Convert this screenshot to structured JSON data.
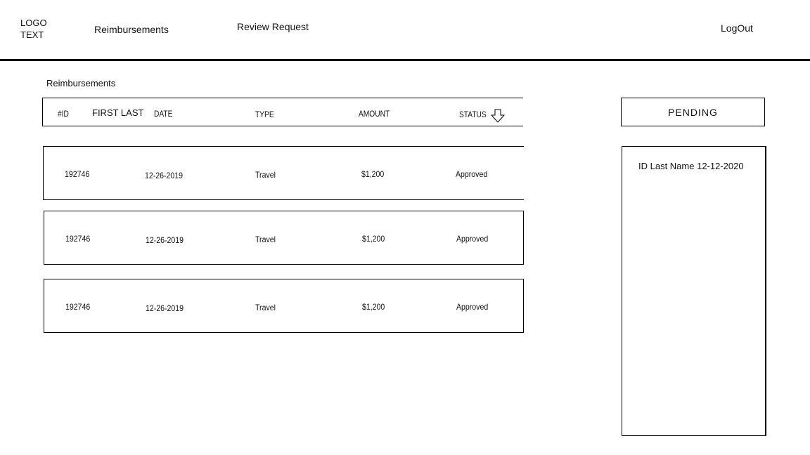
{
  "nav": {
    "logo_line1": "LOGO",
    "logo_line2": "TEXT",
    "reimbursements": "Reimbursements",
    "review_request": "Review Request",
    "logout": "LogOut"
  },
  "page": {
    "title": "Reimbursements"
  },
  "table": {
    "columns": [
      "#ID",
      "FIRST LAST",
      "DATE",
      "TYPE",
      "AMOUNT",
      "STATUS"
    ],
    "sort_icon": "arrow-down-icon",
    "rows": [
      {
        "id": "192746",
        "date": "12-26-2019",
        "type": "Travel",
        "amount": "$1,200",
        "status": "Approved"
      },
      {
        "id": "192746",
        "date": "12-26-2019",
        "type": "Travel",
        "amount": "$1,200",
        "status": "Approved"
      },
      {
        "id": "192746",
        "date": "12-26-2019",
        "type": "Travel",
        "amount": "$1,200",
        "status": "Approved"
      }
    ]
  },
  "side": {
    "pending_label": "PENDING",
    "pending_items": [
      "ID Last Name 12-12-2020"
    ]
  }
}
